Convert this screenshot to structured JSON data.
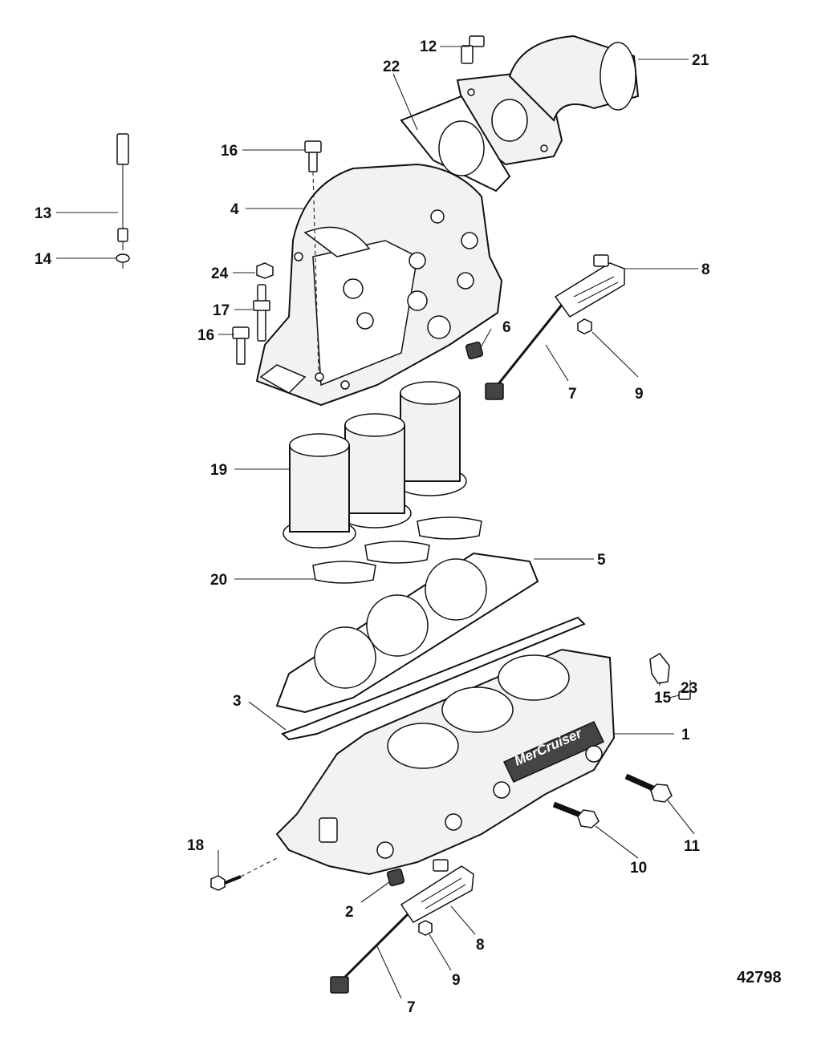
{
  "diagram": {
    "reference_number": "42798",
    "brand_mark": "MerCruiser",
    "callouts": {
      "c1": "1",
      "c2": "2",
      "c3": "3",
      "c4": "4",
      "c5": "5",
      "c6": "6",
      "c7a": "7",
      "c7b": "7",
      "c8a": "8",
      "c8b": "8",
      "c9a": "9",
      "c9b": "9",
      "c10": "10",
      "c11": "11",
      "c12": "12",
      "c13": "13",
      "c14": "14",
      "c15": "15",
      "c16a": "16",
      "c16b": "16",
      "c17": "17",
      "c18": "18",
      "c19": "19",
      "c20": "20",
      "c21": "21",
      "c22": "22",
      "c23": "23",
      "c24": "24"
    }
  }
}
